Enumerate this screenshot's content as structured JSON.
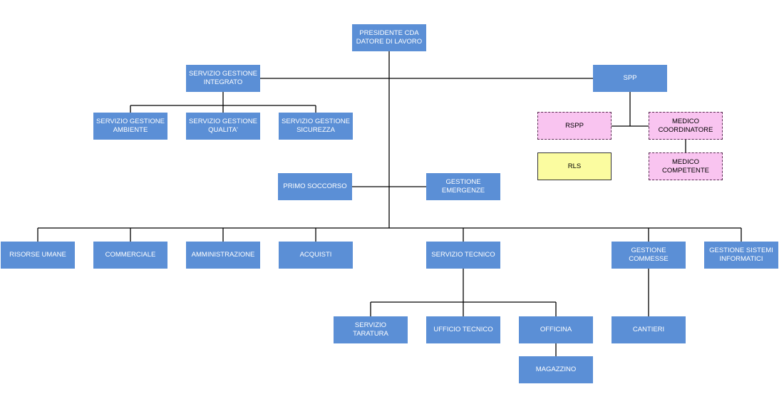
{
  "nodes": {
    "presidente": "PRESIDENTE CDA\nDATORE DI LAVORO",
    "servizio_gestione_integrato": "SERVIZIO GESTIONE\nINTEGRATO",
    "spp": "SPP",
    "servizio_gestione_ambiente": "SERVIZIO GESTIONE\nAMBIENTE",
    "servizio_gestione_qualita": "SERVIZIO GESTIONE\nQUALITA'",
    "servizio_gestione_sicurezza": "SERVIZIO GESTIONE\nSICUREZZA",
    "rspp": "RSPP",
    "medico_coordinatore": "MEDICO\nCOORDINATORE",
    "rls": "RLS",
    "medico_competente": "MEDICO COMPETENTE",
    "primo_soccorso": "PRIMO SOCCORSO",
    "gestione_emergenze": "GESTIONE\nEMERGENZE",
    "risorse_umane": "RISORSE UMANE",
    "commerciale": "COMMERCIALE",
    "amministrazione": "AMMINISTRAZIONE",
    "acquisti": "ACQUISTI",
    "servizio_tecnico": "SERVIZIO TECNICO",
    "gestione_commesse": "GESTIONE COMMESSE",
    "gestione_sistemi_informatici": "GESTIONE SISTEMI\nINFORMATICI",
    "servizio_taratura": "SERVIZIO TARATURA",
    "ufficio_tecnico": "UFFICIO TECNICO",
    "officina": "OFFICINA",
    "cantieri": "CANTIERI",
    "magazzino": "MAGAZZINO"
  },
  "colors": {
    "box_fill": "#5b8fd6",
    "pink_fill": "#f9c4f0",
    "yellow_fill": "#fbfca0",
    "line": "#000000"
  }
}
